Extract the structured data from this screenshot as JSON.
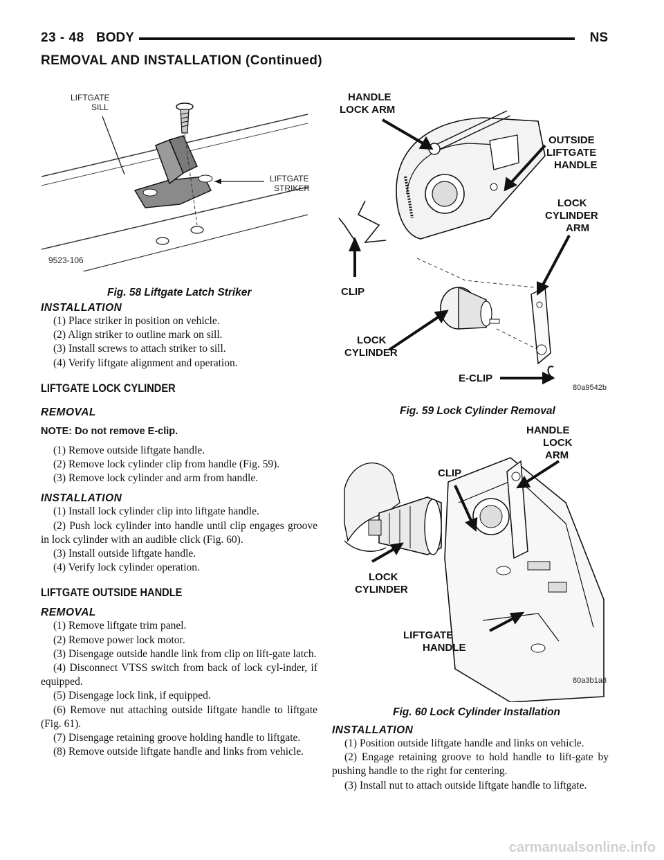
{
  "header": {
    "page_number": "23 - 48",
    "section": "BODY",
    "model_code": "NS"
  },
  "running_head": "REMOVAL AND INSTALLATION (Continued)",
  "fig58": {
    "labels": {
      "sill_line1": "LIFTGATE",
      "sill_line2": "SILL",
      "striker_line1": "LIFTGATE",
      "striker_line2": "STRIKER"
    },
    "figure_id": "9523-106",
    "caption": "Fig. 58 Liftgate Latch Striker"
  },
  "left_col": {
    "installation1": {
      "heading": "INSTALLATION",
      "steps": [
        "(1) Place striker in position on vehicle.",
        "(2) Align striker to outline mark on sill.",
        "(3) Install screws to attach striker to sill.",
        "(4) Verify liftgate alignment and operation."
      ]
    },
    "lock_cylinder": {
      "heading": "LIFTGATE LOCK CYLINDER",
      "removal_heading": "REMOVAL",
      "note": "NOTE: Do not remove E-clip.",
      "removal_steps": [
        "(1) Remove outside liftgate handle.",
        "(2) Remove lock cylinder clip from handle (Fig. 59).",
        "(3) Remove lock cylinder and arm from handle."
      ],
      "installation_heading": "INSTALLATION",
      "installation_steps": [
        "(1) Install lock cylinder clip into liftgate handle.",
        "(2) Push lock cylinder into handle until clip engages groove in lock cylinder with an audible click (Fig. 60).",
        "(3) Install outside liftgate handle.",
        "(4) Verify lock cylinder operation."
      ]
    },
    "outside_handle": {
      "heading": "LIFTGATE OUTSIDE HANDLE",
      "removal_heading": "REMOVAL",
      "removal_steps": [
        "(1) Remove liftgate trim panel.",
        "(2) Remove power lock motor.",
        "(3) Disengage outside handle link from clip on lift-gate latch.",
        "(4) Disconnect VTSS switch from back of lock cyl-inder, if equipped.",
        "(5) Disengage lock link, if equipped.",
        "(6) Remove nut attaching outside liftgate handle to liftgate (Fig. 61).",
        "(7) Disengage retaining groove holding handle to liftgate.",
        "(8) Remove outside liftgate handle and links from vehicle."
      ]
    }
  },
  "fig59": {
    "labels": {
      "handle_lock_arm_1": "HANDLE",
      "handle_lock_arm_2": "LOCK ARM",
      "outside_handle_1": "OUTSIDE",
      "outside_handle_2": "LIFTGATE",
      "outside_handle_3": "HANDLE",
      "lock_cyl_arm_1": "LOCK",
      "lock_cyl_arm_2": "CYLINDER",
      "lock_cyl_arm_3": "ARM",
      "clip": "CLIP",
      "lock_cyl_1": "LOCK",
      "lock_cyl_2": "CYLINDER",
      "eclip": "E-CLIP"
    },
    "figure_id": "80a9542b",
    "caption": "Fig. 59 Lock Cylinder Removal"
  },
  "fig60": {
    "labels": {
      "handle_lock_arm_1": "HANDLE",
      "handle_lock_arm_2": "LOCK",
      "handle_lock_arm_3": "ARM",
      "clip": "CLIP",
      "lock_cyl_1": "LOCK",
      "lock_cyl_2": "CYLINDER",
      "liftgate_handle_1": "LIFTGATE",
      "liftgate_handle_2": "HANDLE"
    },
    "figure_id": "80a3b1a8",
    "caption": "Fig. 60 Lock Cylinder Installation"
  },
  "right_col": {
    "installation_heading": "INSTALLATION",
    "steps": [
      "(1) Position outside liftgate handle and links on vehicle.",
      "(2) Engage retaining groove to hold handle to lift-gate by pushing handle to the right for centering.",
      "(3) Install nut to attach outside liftgate handle to liftgate."
    ]
  },
  "footer": {
    "watermark": "carmanualsonline.info"
  }
}
